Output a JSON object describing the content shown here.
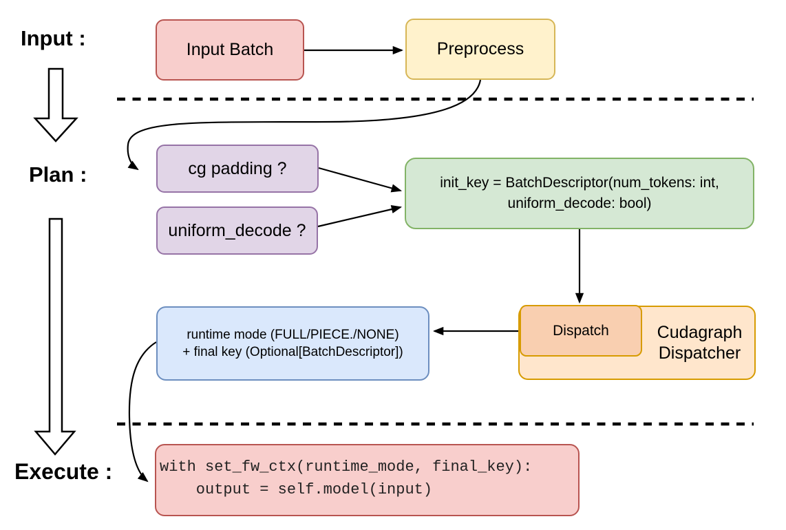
{
  "diagram": {
    "sections": {
      "input": "Input :",
      "plan": "Plan :",
      "execute": "Execute :"
    },
    "nodes": {
      "input_batch": "Input Batch",
      "preprocess": "Preprocess",
      "cg_padding": "cg padding ?",
      "uniform_decode": "uniform_decode ?",
      "init_key_line1": "init_key = BatchDescriptor(num_tokens: int,",
      "init_key_line2": "uniform_decode: bool)",
      "dispatch": "Dispatch",
      "cudagraph_line1": "Cudagraph",
      "cudagraph_line2": "Dispatcher",
      "runtime_line1": "runtime mode (FULL/PIECE./NONE)",
      "runtime_line2": "+ final key (Optional[BatchDescriptor])",
      "code_line1": "with set_fw_ctx(runtime_mode, final_key):",
      "code_line2": "    output = self.model(input)"
    },
    "colors": {
      "red_fill": "#f8cecc",
      "red_stroke": "#b85450",
      "yellow_fill": "#fff2cc",
      "yellow_stroke": "#d6b656",
      "purple_fill": "#e1d5e7",
      "purple_stroke": "#9673a6",
      "green_fill": "#d5e8d4",
      "green_stroke": "#82b366",
      "orange_fill": "#ffe6cc",
      "orange_inner_fill": "#f9cfb0",
      "orange_stroke": "#d79b00",
      "blue_fill": "#dae8fc",
      "blue_stroke": "#6c8ebf",
      "line_color": "#000000"
    }
  }
}
